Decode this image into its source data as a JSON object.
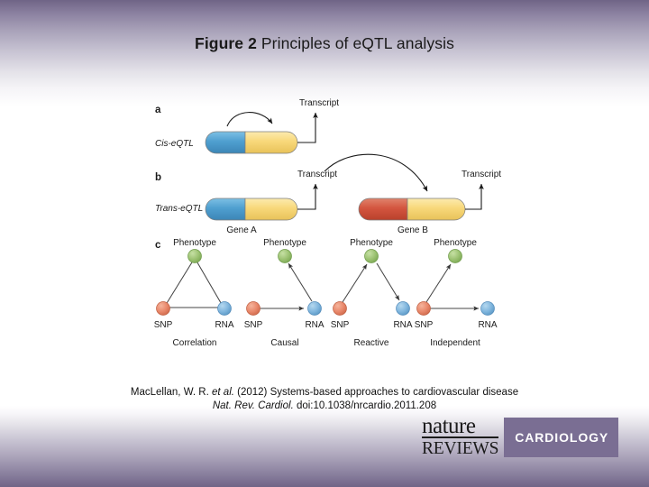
{
  "slide": {
    "title_bold": "Figure 2",
    "title_rest": "Principles of eQTL analysis",
    "background_top_color": "#6f6486",
    "background_bottom_color": "#6f6486"
  },
  "figure": {
    "panel_a": {
      "label": "a",
      "row_label": "Cis-eQTL",
      "transcript_label": "Transcript",
      "gene_segments": [
        "#4f9fd0",
        "#f8d87a"
      ]
    },
    "panel_b": {
      "label": "b",
      "row_label": "Trans-eQTL",
      "gene_a_label": "Gene A",
      "gene_b_label": "Gene B",
      "transcript_label_left": "Transcript",
      "transcript_label_right": "Transcript",
      "gene_a_segments": [
        "#4f9fd0",
        "#f8d87a"
      ],
      "gene_b_segments": [
        "#d4553f",
        "#f8d87a"
      ]
    },
    "panel_c": {
      "label": "c",
      "node_labels": {
        "phenotype": "Phenotype",
        "snp": "SNP",
        "rna": "RNA"
      },
      "node_colors": {
        "phenotype": "#9cc272",
        "snp": "#e8876a",
        "rna": "#7fb5dd"
      },
      "models": [
        {
          "name": "Correlation",
          "edges": "undirected triangle SNP-Phenotype-RNA-SNP"
        },
        {
          "name": "Causal",
          "edges": "SNP to RNA, RNA to Phenotype"
        },
        {
          "name": "Reactive",
          "edges": "SNP to Phenotype, Phenotype to RNA"
        },
        {
          "name": "Independent",
          "edges": "SNP to Phenotype, SNP to RNA"
        }
      ]
    }
  },
  "citation": {
    "line1_a": "MacLellan, W. R. ",
    "line1_italic": "et al.",
    "line1_b": " (2012) Systems-based approaches to cardiovascular disease",
    "line2_italic": "Nat. Rev. Cardiol.",
    "line2_b": " doi:10.1038/nrcardio.2011.208"
  },
  "logo": {
    "nature": "nature",
    "reviews": "REVIEWS",
    "journal": "CARDIOLOGY",
    "box_color": "#7a6e93"
  }
}
